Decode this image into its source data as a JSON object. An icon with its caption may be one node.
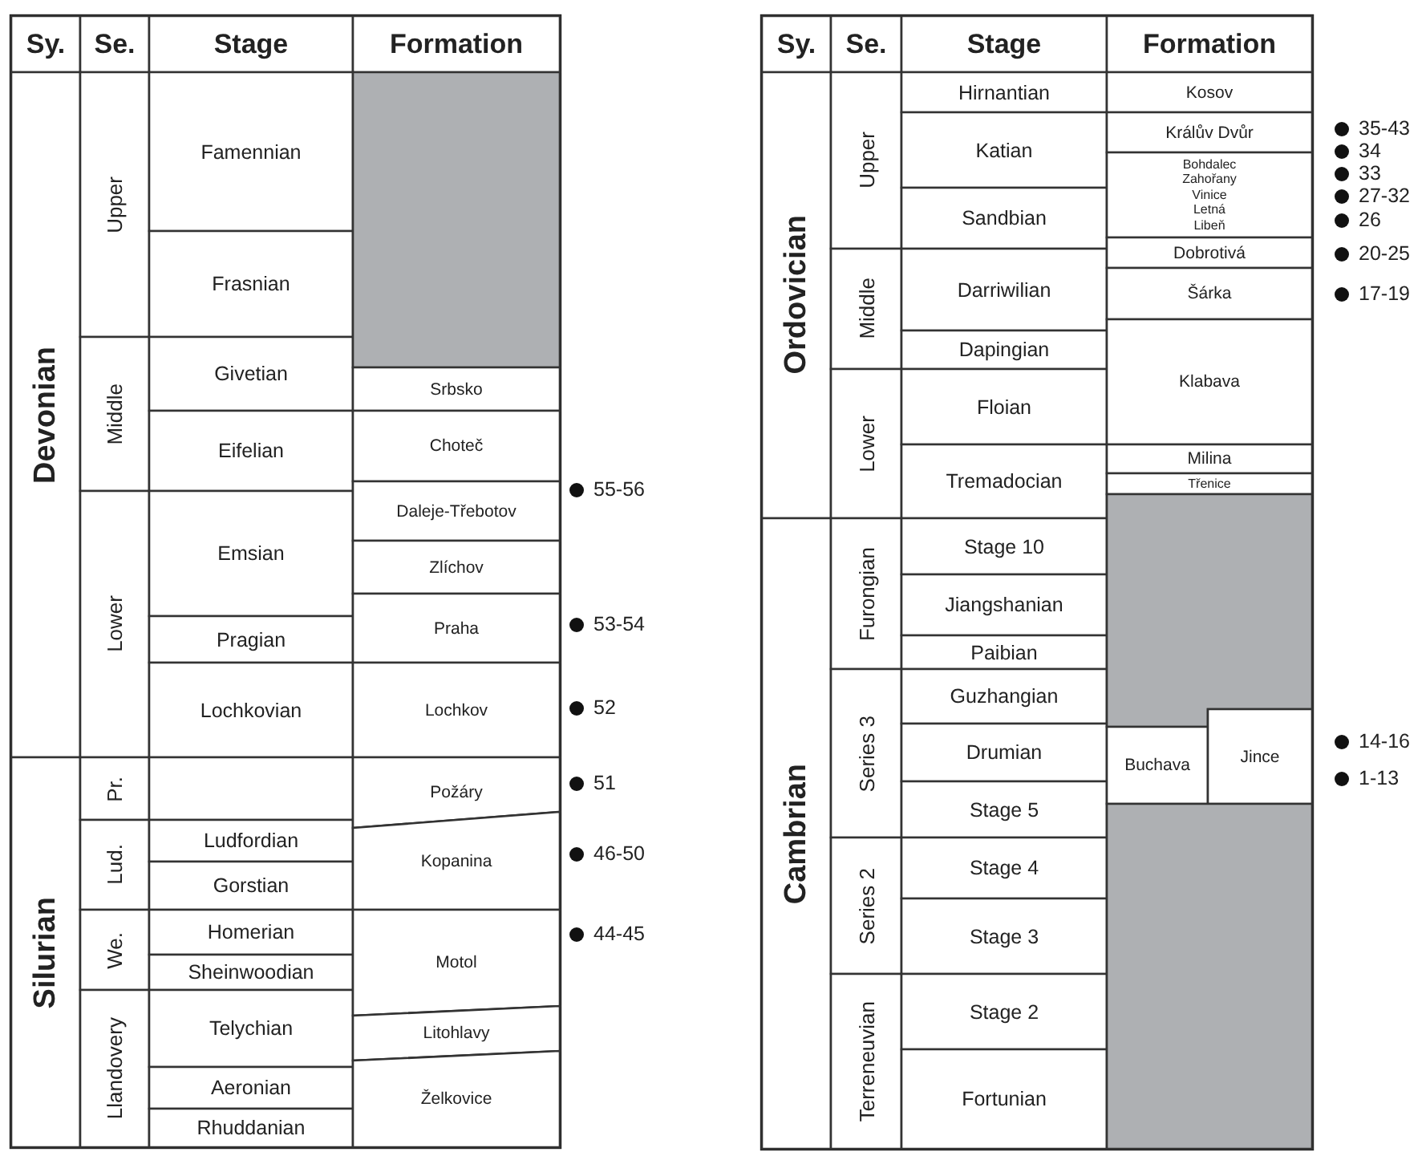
{
  "diagram": {
    "nodes": [
      {
        "text": [
          "Sy."
        ]
      },
      {
        "text": [
          "Se."
        ]
      },
      {
        "text": [
          "Stage"
        ]
      },
      {
        "text": [
          "Formation"
        ]
      },
      {
        "text": [
          "Devonian"
        ]
      },
      {
        "text": [
          "Silurian"
        ]
      },
      {
        "text": [
          "Upper"
        ]
      },
      {
        "text": [
          "Middle"
        ]
      },
      {
        "text": [
          "Lower"
        ]
      },
      {
        "text": [
          "Pr."
        ]
      },
      {
        "text": [
          "Lud."
        ]
      },
      {
        "text": [
          "We."
        ]
      },
      {
        "text": [
          "Llandovery"
        ]
      },
      {
        "text": [
          "Famennian"
        ]
      },
      {
        "text": [
          "Frasnian"
        ]
      },
      {
        "text": [
          "Givetian"
        ]
      },
      {
        "text": [
          "Eifelian"
        ]
      },
      {
        "text": [
          "Emsian"
        ]
      },
      {
        "text": [
          "Pragian"
        ]
      },
      {
        "text": [
          "Lochkovian"
        ]
      },
      {
        "text": [],
        "shape": "box"
      },
      {
        "text": [
          "Ludfordian"
        ]
      },
      {
        "text": [
          "Gorstian"
        ]
      },
      {
        "text": [
          "Homerian"
        ]
      },
      {
        "text": [
          "Sheinwoodian"
        ]
      },
      {
        "text": [
          "Telychian"
        ]
      },
      {
        "text": [
          "Aeronian"
        ]
      },
      {
        "text": [
          "Rhuddanian"
        ]
      },
      {
        "text": [],
        "shape": "box"
      },
      {
        "text": [
          "Srbsko"
        ]
      },
      {
        "text": [
          "Choteč"
        ]
      },
      {
        "text": [
          "Daleje-Třebotov"
        ]
      },
      {
        "text": [
          "Zlíchov"
        ]
      },
      {
        "text": [
          "Praha"
        ]
      },
      {
        "text": [
          "Lochkov"
        ]
      },
      {
        "text": [
          "Požáry"
        ]
      },
      {
        "text": [
          "Kopanina"
        ]
      },
      {
        "text": [
          "Motol"
        ]
      },
      {
        "text": [
          "Litohlavy"
        ]
      },
      {
        "text": [
          "Želkovice"
        ]
      },
      {
        "text": [
          "Sy."
        ]
      },
      {
        "text": [
          "Se."
        ]
      },
      {
        "text": [
          "Stage"
        ]
      },
      {
        "text": [
          "Formation"
        ]
      },
      {
        "text": [
          "Ordovician"
        ]
      },
      {
        "text": [
          "Cambrian"
        ]
      },
      {
        "text": [
          "Upper"
        ]
      },
      {
        "text": [
          "Middle"
        ]
      },
      {
        "text": [
          "Lower"
        ]
      },
      {
        "text": [
          "Furongian"
        ]
      },
      {
        "text": [
          "Series 3"
        ]
      },
      {
        "text": [
          "Series 2"
        ]
      },
      {
        "text": [
          "Terreneuvian"
        ]
      },
      {
        "text": [
          "Hirnantian"
        ]
      },
      {
        "text": [
          "Katian"
        ]
      },
      {
        "text": [
          "Sandbian"
        ]
      },
      {
        "text": [
          "Darriwilian"
        ]
      },
      {
        "text": [
          "Dapingian"
        ]
      },
      {
        "text": [
          "Floian"
        ]
      },
      {
        "text": [
          "Tremadocian"
        ]
      },
      {
        "text": [
          "Stage 10"
        ]
      },
      {
        "text": [
          "Jiangshanian"
        ]
      },
      {
        "text": [
          "Paibian"
        ]
      },
      {
        "text": [
          "Guzhangian"
        ]
      },
      {
        "text": [
          "Drumian"
        ]
      },
      {
        "text": [
          "Stage 5"
        ]
      },
      {
        "text": [
          "Stage 4"
        ]
      },
      {
        "text": [
          "Stage 3"
        ]
      },
      {
        "text": [
          "Stage 2"
        ]
      },
      {
        "text": [
          "Fortunian"
        ]
      },
      {
        "text": [
          "Kosov"
        ]
      },
      {
        "text": [
          "Králův Dvůr"
        ]
      },
      {
        "text": [
          "Bohdalec",
          "Zahořany",
          "Vinice",
          "Letná",
          "Libeň"
        ]
      },
      {
        "text": [
          "Dobrotivá"
        ]
      },
      {
        "text": [
          "Šárka"
        ]
      },
      {
        "text": [
          "Klabava"
        ]
      },
      {
        "text": [
          "Milina"
        ]
      },
      {
        "text": [
          "Třenice"
        ]
      },
      {
        "text": [],
        "shape": "box"
      },
      {
        "text": [
          "Buchava"
        ]
      },
      {
        "text": [
          "Jince"
        ]
      },
      {
        "text": [],
        "shape": "box"
      }
    ],
    "labels": [
      "55-56",
      "53-54",
      "52",
      "51",
      "46-50",
      "44-45",
      "35-43",
      "34",
      "33",
      "27-32",
      "26",
      "20-25",
      "17-19",
      "14-16",
      "1-13"
    ]
  }
}
